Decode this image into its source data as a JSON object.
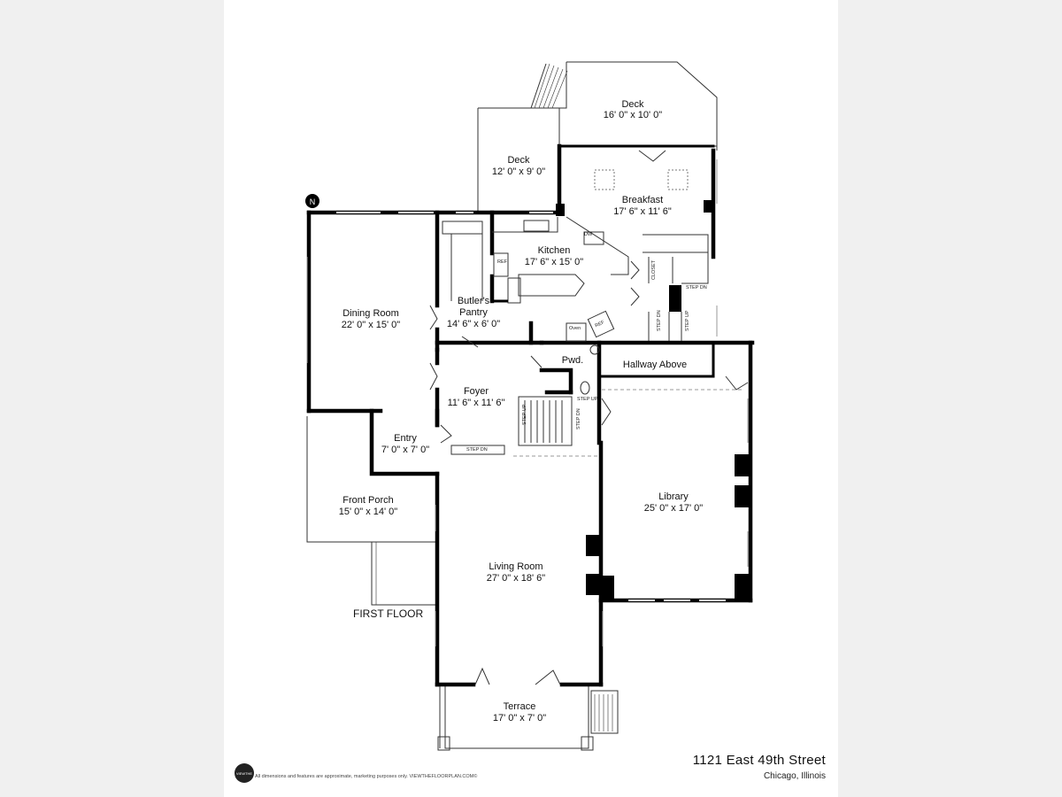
{
  "floor_label": "FIRST FLOOR",
  "address": {
    "street": "1121 East 49th Street",
    "city": "Chicago, Illinois"
  },
  "disclaimer": "All dimensions and features are approximate, marketing purposes only. VIEWTHEFLOORPLAN.COM©",
  "logo_text": "VIEWTHE",
  "compass": "N",
  "rooms": {
    "deck_upper": {
      "name": "Deck",
      "dims": "16' 0\" x 10' 0\""
    },
    "deck_left": {
      "name": "Deck",
      "dims": "12' 0\" x 9' 0\""
    },
    "breakfast": {
      "name": "Breakfast",
      "dims": "17' 6\" x 11' 6\""
    },
    "kitchen": {
      "name": "Kitchen",
      "dims": "17' 6\" x 15' 0\""
    },
    "dining": {
      "name": "Dining Room",
      "dims": "22' 0\" x 15' 0\""
    },
    "butlers": {
      "name": "Butler's",
      "name2": "Pantry",
      "dims": "14' 6\" x 6' 0\""
    },
    "pwd": {
      "name": "Pwd."
    },
    "hallway": {
      "name": "Hallway Above"
    },
    "foyer": {
      "name": "Foyer",
      "dims": "11' 6\" x 11' 6\""
    },
    "entry": {
      "name": "Entry",
      "dims": "7' 0\" x 7' 0\""
    },
    "library": {
      "name": "Library",
      "dims": "25' 0\" x 17' 0\""
    },
    "front_porch": {
      "name": "Front Porch",
      "dims": "15' 0\" x 14' 0\""
    },
    "living": {
      "name": "Living Room",
      "dims": "27' 0\" x 18' 6\""
    },
    "terrace": {
      "name": "Terrace",
      "dims": "17' 0\" x 7' 0\""
    }
  },
  "fixtures": {
    "ref1": "REF",
    "ref2": "REF",
    "oven": "Oven",
    "dw": "DW",
    "closet": "CLOSET",
    "step_dn_kitchen": "STEP DN",
    "step_dn_rear": "STEP DN",
    "step_up_rear": "STEP UP",
    "step_up_foyer_left": "STEP UP",
    "step_dn_foyer_right": "STEP DN",
    "step_up_foyer": "STEP UP",
    "step_dn_living": "STEP DN"
  }
}
